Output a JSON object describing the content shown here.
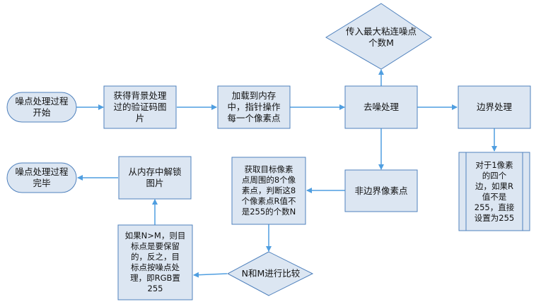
{
  "nodes": {
    "start": "噪点处理过程\n开始",
    "get_image": "获得背景处理\n过的验证码图\n片",
    "load_memory": "加载到内存\n中，指针操作\n每一个像素点",
    "denoise": "去噪处理",
    "pass_max": "传入最大粘连噪点\n个数M",
    "edge_process": "边界处理",
    "edge_rule": "对于1像素\n的四个\n边，如果R\n值不是\n255，直接\n设置为255",
    "non_edge": "非边界像素点",
    "get_target": "获取目标像素\n点周围的8个像\n素点，判断这8\n个像素点R值不\n是255的个数N",
    "compare": "N和M进行比较",
    "decide": "如果N>M，则目\n标点是要保留\n的，反之，目\n标点按噪点处\n理，即RGB置\n255",
    "unlock": "从内存中解锁\n图片",
    "end": "噪点处理过程\n完毕"
  },
  "colors": {
    "fill": "#dce6f2",
    "stroke": "#4f81bd",
    "arrow": "#4f9ee0",
    "text": "#111111"
  }
}
